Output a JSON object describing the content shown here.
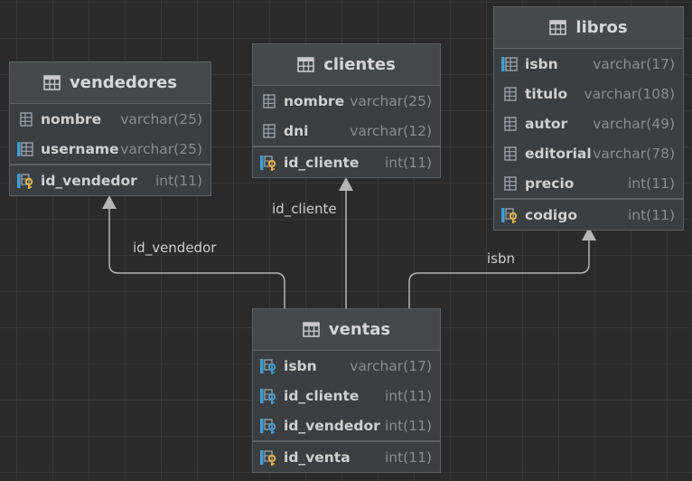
{
  "tables": {
    "vendedores": {
      "name": "vendedores",
      "columns": [
        {
          "name": "nombre",
          "type": "varchar(25)",
          "icon": "column-icon"
        },
        {
          "name": "username",
          "type": "varchar(25)",
          "icon": "unique-column-icon"
        }
      ],
      "keys": [
        {
          "name": "id_vendedor",
          "type": "int(11)",
          "icon": "primary-key-icon"
        }
      ]
    },
    "clientes": {
      "name": "clientes",
      "columns": [
        {
          "name": "nombre",
          "type": "varchar(25)",
          "icon": "column-icon"
        },
        {
          "name": "dni",
          "type": "varchar(12)",
          "icon": "column-icon"
        }
      ],
      "keys": [
        {
          "name": "id_cliente",
          "type": "int(11)",
          "icon": "primary-key-icon"
        }
      ]
    },
    "libros": {
      "name": "libros",
      "columns": [
        {
          "name": "isbn",
          "type": "varchar(17)",
          "icon": "unique-column-icon"
        },
        {
          "name": "titulo",
          "type": "varchar(108)",
          "icon": "column-icon"
        },
        {
          "name": "autor",
          "type": "varchar(49)",
          "icon": "column-icon"
        },
        {
          "name": "editorial",
          "type": "varchar(78)",
          "icon": "column-icon"
        },
        {
          "name": "precio",
          "type": "int(11)",
          "icon": "column-icon"
        }
      ],
      "keys": [
        {
          "name": "codigo",
          "type": "int(11)",
          "icon": "primary-key-icon"
        }
      ]
    },
    "ventas": {
      "name": "ventas",
      "columns": [
        {
          "name": "isbn",
          "type": "varchar(17)",
          "icon": "foreign-key-icon"
        },
        {
          "name": "id_cliente",
          "type": "int(11)",
          "icon": "foreign-key-icon"
        },
        {
          "name": "id_vendedor",
          "type": "int(11)",
          "icon": "foreign-key-icon"
        }
      ],
      "keys": [
        {
          "name": "id_venta",
          "type": "int(11)",
          "icon": "primary-key-icon"
        }
      ]
    }
  },
  "relations": [
    {
      "label": "id_vendedor",
      "from": "ventas",
      "to": "vendedores"
    },
    {
      "label": "id_cliente",
      "from": "ventas",
      "to": "clientes"
    },
    {
      "label": "isbn",
      "from": "ventas",
      "to": "libros"
    }
  ],
  "colors": {
    "background": "#2b2b2b",
    "table": "#3c3f41",
    "edge": "#b5b5b5",
    "key": "#e3b341",
    "fk": "#3d9fd8",
    "column": "#9aa3ab"
  }
}
